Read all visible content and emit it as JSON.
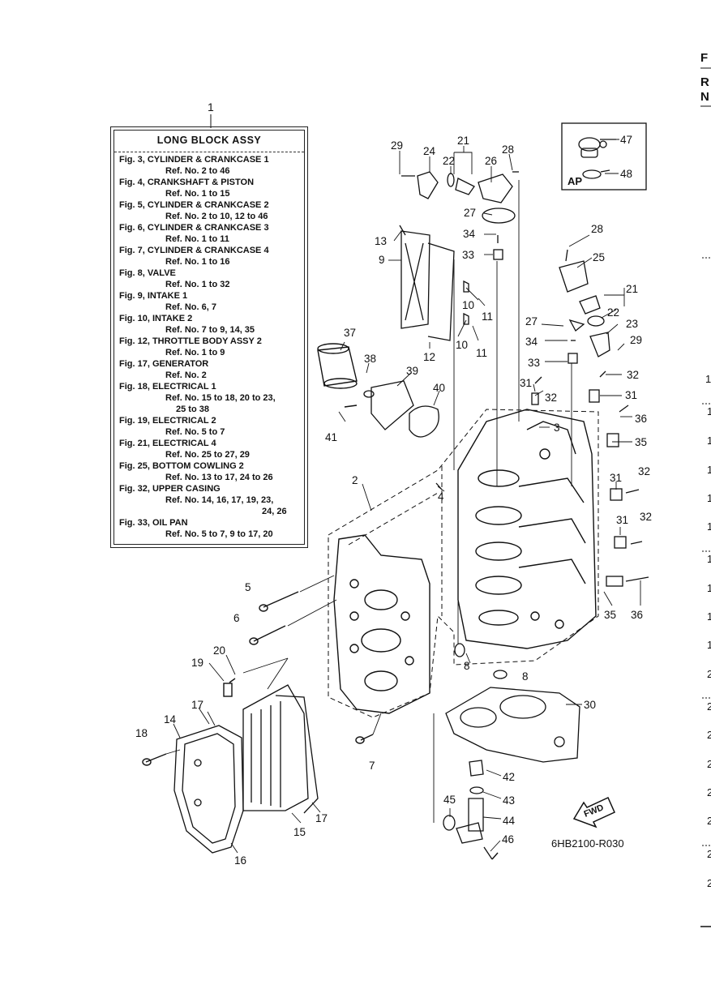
{
  "assembly_label": "1",
  "reference_box": {
    "title": "LONG BLOCK ASSY",
    "entries": [
      {
        "fig": "Fig. 3, CYLINDER & CRANKCASE 1",
        "ref": "Ref. No. 2 to 46"
      },
      {
        "fig": "Fig. 4, CRANKSHAFT & PISTON",
        "ref": "Ref. No. 1 to 15"
      },
      {
        "fig": "Fig. 5, CYLINDER & CRANKCASE 2",
        "ref": "Ref. No. 2 to 10, 12 to 46"
      },
      {
        "fig": "Fig. 6, CYLINDER & CRANKCASE 3",
        "ref": "Ref. No. 1 to 11"
      },
      {
        "fig": "Fig. 7, CYLINDER & CRANKCASE 4",
        "ref": "Ref. No. 1 to 16"
      },
      {
        "fig": "Fig. 8, VALVE",
        "ref": "Ref. No. 1 to 32"
      },
      {
        "fig": "Fig. 9, INTAKE 1",
        "ref": "Ref. No. 6, 7"
      },
      {
        "fig": "Fig. 10, INTAKE 2",
        "ref": "Ref. No. 7 to 9, 14, 35"
      },
      {
        "fig": "Fig. 12, THROTTLE BODY ASSY 2",
        "ref": "Ref. No. 1 to 9"
      },
      {
        "fig": "Fig. 17, GENERATOR",
        "ref": "Ref. No. 2"
      },
      {
        "fig": "Fig. 18, ELECTRICAL 1",
        "ref": "Ref. No. 15 to 18, 20 to 23,",
        "ref2": "25 to 38"
      },
      {
        "fig": "Fig. 19, ELECTRICAL 2",
        "ref": "Ref. No. 5 to 7"
      },
      {
        "fig": "Fig. 21, ELECTRICAL 4",
        "ref": "Ref. No. 25 to 27, 29"
      },
      {
        "fig": "Fig. 25, BOTTOM COWLING 2",
        "ref": "Ref. No. 13 to 17, 24 to 26"
      },
      {
        "fig": "Fig. 32, UPPER CASING",
        "ref": "Ref. No. 14, 16, 17, 19, 23,",
        "ref2": "24, 26"
      },
      {
        "fig": "Fig. 33, OIL PAN",
        "ref": "Ref. No. 5 to 7, 9 to 17, 20"
      }
    ]
  },
  "inset": {
    "tag": "AP",
    "labels": [
      "47",
      "48"
    ]
  },
  "callouts": {
    "c2": "2",
    "c3": "3",
    "c4": "4",
    "c5": "5",
    "c6": "6",
    "c7": "7",
    "c8a": "8",
    "c8b": "8",
    "c9": "9",
    "c10a": "10",
    "c10b": "10",
    "c11a": "11",
    "c11b": "11",
    "c12": "12",
    "c13": "13",
    "c14": "14",
    "c15": "15",
    "c16": "16",
    "c17a": "17",
    "c17b": "17",
    "c18": "18",
    "c19": "19",
    "c20": "20",
    "c21a": "21",
    "c21b": "21",
    "c22a": "22",
    "c22b": "22",
    "c23": "23",
    "c24": "24",
    "c25": "25",
    "c26": "26",
    "c27a": "27",
    "c27b": "27",
    "c28a": "28",
    "c28b": "28",
    "c29a": "29",
    "c29b": "29",
    "c30": "30",
    "c31a": "31",
    "c31b": "31",
    "c31c": "31",
    "c31d": "31",
    "c32a": "32",
    "c32b": "32",
    "c32c": "32",
    "c32d": "32",
    "c33a": "33",
    "c33b": "33",
    "c34a": "34",
    "c34b": "34",
    "c35a": "35",
    "c35b": "35",
    "c36a": "36",
    "c36b": "36",
    "c37": "37",
    "c38": "38",
    "c39": "39",
    "c40": "40",
    "c41": "41",
    "c42": "42",
    "c43": "43",
    "c44": "44",
    "c45": "45",
    "c46": "46"
  },
  "fwd_label": "FWD",
  "drawing_code": "6HB2100-R030",
  "edge_letters": [
    "F",
    "R",
    "N"
  ],
  "edge_numbers": [
    "1",
    "1",
    "1",
    "1",
    "1",
    "1",
    "1",
    "1",
    "1",
    "1",
    "2",
    "2",
    "2",
    "2",
    "2",
    "2",
    "2",
    "2"
  ],
  "colors": {
    "ink": "#111111",
    "background": "#ffffff"
  }
}
